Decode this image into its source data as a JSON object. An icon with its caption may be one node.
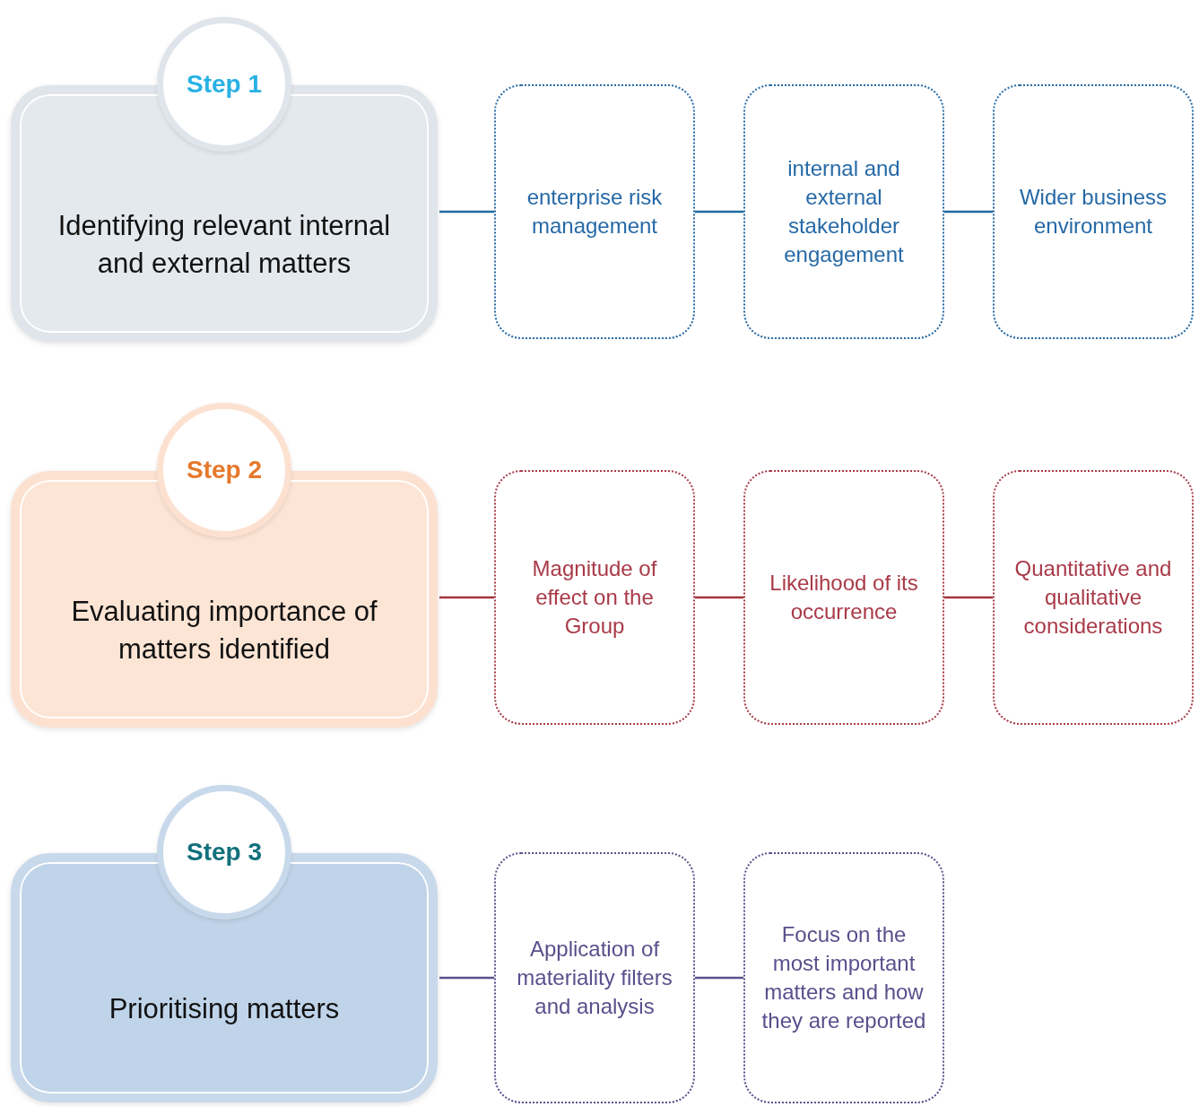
{
  "diagram": {
    "nodes": [
      {
        "text": [
          "Step 1",
          "Identifying relevant internal and external matters"
        ]
      },
      {
        "text": [
          "enterprise risk management"
        ]
      },
      {
        "text": [
          "internal and external stakeholder engagement"
        ]
      },
      {
        "text": [
          "Wider business environment"
        ]
      },
      {
        "text": [
          "Step 2",
          "Evaluating importance of matters identified"
        ]
      },
      {
        "text": [
          "Magnitude of effect on the Group"
        ]
      },
      {
        "text": [
          "Likelihood of its occurrence"
        ]
      },
      {
        "text": [
          "Quantitative and qualitative considerations"
        ]
      },
      {
        "text": [
          "Step 3",
          "Prioritising matters"
        ]
      },
      {
        "text": [
          "Application of materiality filters and analysis"
        ]
      },
      {
        "text": [
          "Focus on the most important matters and how they are reported"
        ]
      }
    ],
    "edges": [
      {
        "from": 0,
        "to": 1,
        "arrow": "none",
        "color": "#1f6aa0"
      },
      {
        "from": 1,
        "to": 2,
        "arrow": "none",
        "color": "#1f6aa0"
      },
      {
        "from": 2,
        "to": 3,
        "arrow": "none",
        "color": "#1f6aa0"
      },
      {
        "from": 4,
        "to": 5,
        "arrow": "none",
        "color": "#a3343e"
      },
      {
        "from": 5,
        "to": 6,
        "arrow": "none",
        "color": "#a3343e"
      },
      {
        "from": 6,
        "to": 7,
        "arrow": "none",
        "color": "#a3343e"
      },
      {
        "from": 8,
        "to": 9,
        "arrow": "none",
        "color": "#5b4f8a"
      },
      {
        "from": 9,
        "to": 10,
        "arrow": "none",
        "color": "#5b4f8a"
      }
    ]
  }
}
